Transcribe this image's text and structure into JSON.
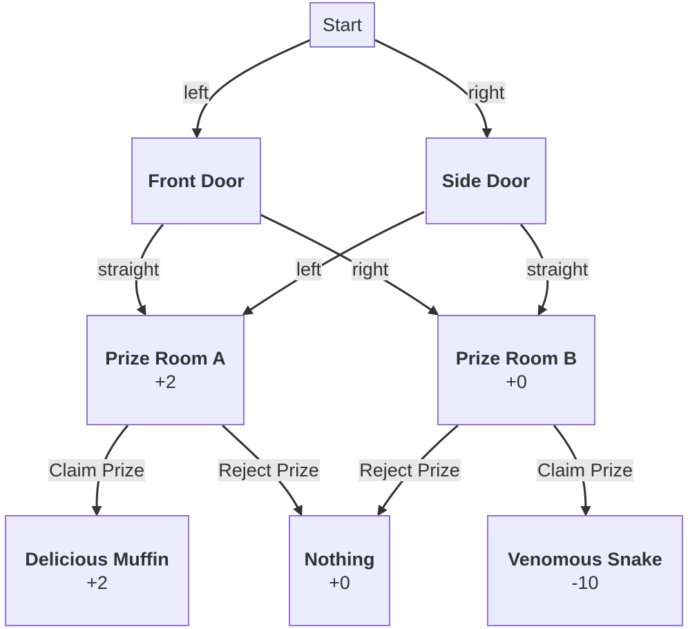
{
  "colors": {
    "node_fill": "#ececff",
    "node_border": "#9370db",
    "edge": "#333333",
    "label_bg": "#e8e8e8"
  },
  "nodes": {
    "start": {
      "title": "Start"
    },
    "front_door": {
      "title": "Front Door"
    },
    "side_door": {
      "title": "Side Door"
    },
    "prize_room_a": {
      "title": "Prize Room A",
      "value": "+2"
    },
    "prize_room_b": {
      "title": "Prize Room B",
      "value": "+0"
    },
    "delicious_muffin": {
      "title": "Delicious Muffin",
      "value": "+2"
    },
    "nothing": {
      "title": "Nothing",
      "value": "+0"
    },
    "venomous_snake": {
      "title": "Venomous Snake",
      "value": "-10"
    }
  },
  "edges": {
    "start_front": "left",
    "start_side": "right",
    "front_a": "straight",
    "side_a": "left",
    "front_b": "right",
    "side_b": "straight",
    "a_muffin": "Claim Prize",
    "a_nothing": "Reject Prize",
    "b_nothing": "Reject Prize",
    "b_snake": "Claim Prize"
  }
}
